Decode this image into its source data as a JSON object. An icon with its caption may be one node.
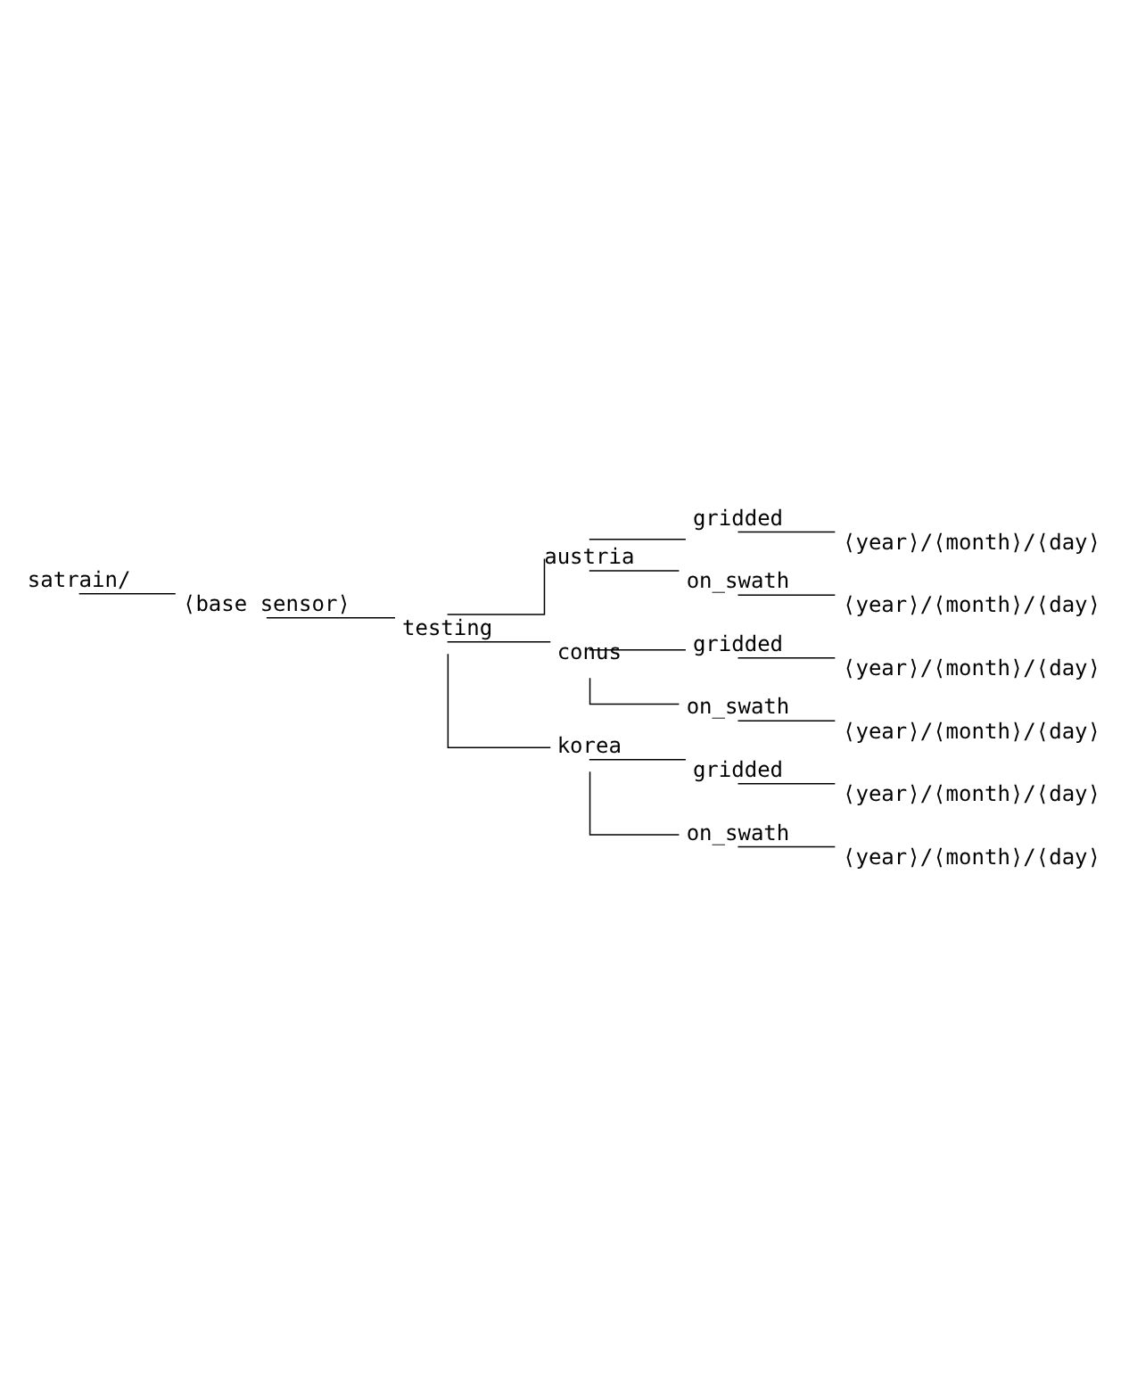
{
  "diagram": {
    "nodes": [
      {
        "text": [
          "satrain/"
        ]
      },
      {
        "text": [
          "⟨base sensor⟩"
        ]
      },
      {
        "text": [
          "testing"
        ]
      },
      {
        "text": [
          "austria"
        ]
      },
      {
        "text": [
          "gridded"
        ]
      },
      {
        "text": [
          "⟨year⟩/⟨month⟩/⟨day⟩"
        ]
      },
      {
        "text": [
          "on_swath"
        ]
      },
      {
        "text": [
          "⟨year⟩/⟨month⟩/⟨day⟩"
        ]
      },
      {
        "text": [
          "conus"
        ]
      },
      {
        "text": [
          "gridded"
        ]
      },
      {
        "text": [
          "⟨year⟩/⟨month⟩/⟨day⟩"
        ]
      },
      {
        "text": [
          "on_swath"
        ]
      },
      {
        "text": [
          "⟨year⟩/⟨month⟩/⟨day⟩"
        ]
      },
      {
        "text": [
          "korea"
        ]
      },
      {
        "text": [
          "gridded"
        ]
      },
      {
        "text": [
          "⟨year⟩/⟨month⟩/⟨day⟩"
        ]
      },
      {
        "text": [
          "on_swath"
        ]
      },
      {
        "text": [
          "⟨year⟩/⟨month⟩/⟨day⟩"
        ]
      }
    ],
    "edges": [
      {
        "from": 0,
        "to": 1,
        "arrow": "none"
      },
      {
        "from": 1,
        "to": 2,
        "arrow": "none"
      },
      {
        "from": 2,
        "to": 3,
        "arrow": "none"
      },
      {
        "from": 3,
        "to": 4,
        "arrow": "none"
      },
      {
        "from": 4,
        "to": 5,
        "arrow": "none"
      },
      {
        "from": 3,
        "to": 6,
        "arrow": "none"
      },
      {
        "from": 6,
        "to": 7,
        "arrow": "none"
      },
      {
        "from": 2,
        "to": 8,
        "arrow": "none"
      },
      {
        "from": 8,
        "to": 9,
        "arrow": "none"
      },
      {
        "from": 9,
        "to": 10,
        "arrow": "none"
      },
      {
        "from": 8,
        "to": 11,
        "arrow": "none"
      },
      {
        "from": 11,
        "to": 12,
        "arrow": "none"
      },
      {
        "from": 2,
        "to": 13,
        "arrow": "none"
      },
      {
        "from": 13,
        "to": 14,
        "arrow": "none"
      },
      {
        "from": 14,
        "to": 15,
        "arrow": "none"
      },
      {
        "from": 13,
        "to": 16,
        "arrow": "none"
      },
      {
        "from": 16,
        "to": 17,
        "arrow": "none"
      }
    ]
  }
}
